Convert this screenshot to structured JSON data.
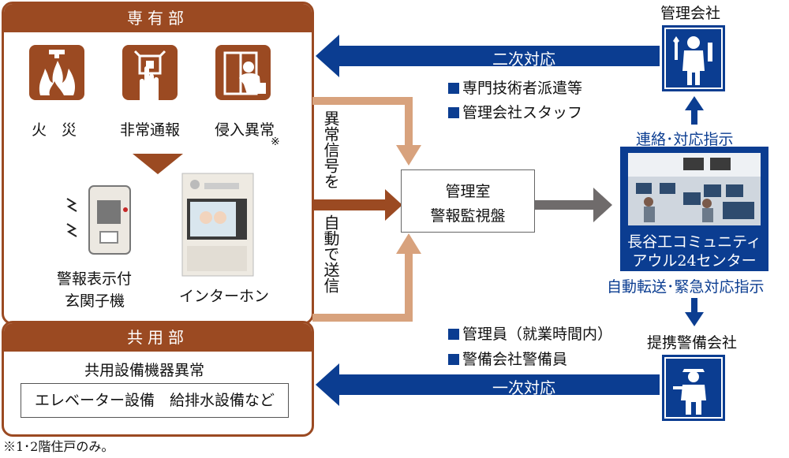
{
  "private_section": {
    "title": "専有部",
    "icons": [
      {
        "name": "fire-icon",
        "label": "火　災"
      },
      {
        "name": "emergency-report-icon",
        "label": "非常通報"
      },
      {
        "name": "intrusion-icon",
        "label": "侵入異常"
      }
    ],
    "intrusion_note_mark": "※",
    "entrance_unit_label_1": "警報表示付",
    "entrance_unit_label_2": "玄関子機",
    "intercom_label": "インターホン"
  },
  "common_section": {
    "title": "共用部",
    "subtitle": "共用設備機器異常",
    "box_text": "エレベーター設備　給排水設備など"
  },
  "footnote": "※1･2階住戸のみ。",
  "signal_text_1": "異常信号を",
  "signal_text_2": "自動で送信",
  "control_room": {
    "line1": "管理室",
    "line2": "警報監視盤"
  },
  "management_company": "管理会社",
  "secondary_response": "二次対応",
  "secondary_items": [
    "専門技術者派遣等",
    "管理会社スタッフ"
  ],
  "contact_instruction": "連絡･対応指示",
  "center": {
    "line1": "長谷工コミュニティ",
    "line2": "アウル24センター"
  },
  "auto_forward": "自動転送･緊急対応指示",
  "security_company": "提携警備会社",
  "primary_items": [
    "管理員（就業時間内）",
    "警備会社警備員"
  ],
  "primary_response": "一次対応",
  "colors": {
    "brown": "#9b4a22",
    "tan": "#d8a27d",
    "navy": "#0b3d91",
    "gray": "#6f6b6b"
  }
}
